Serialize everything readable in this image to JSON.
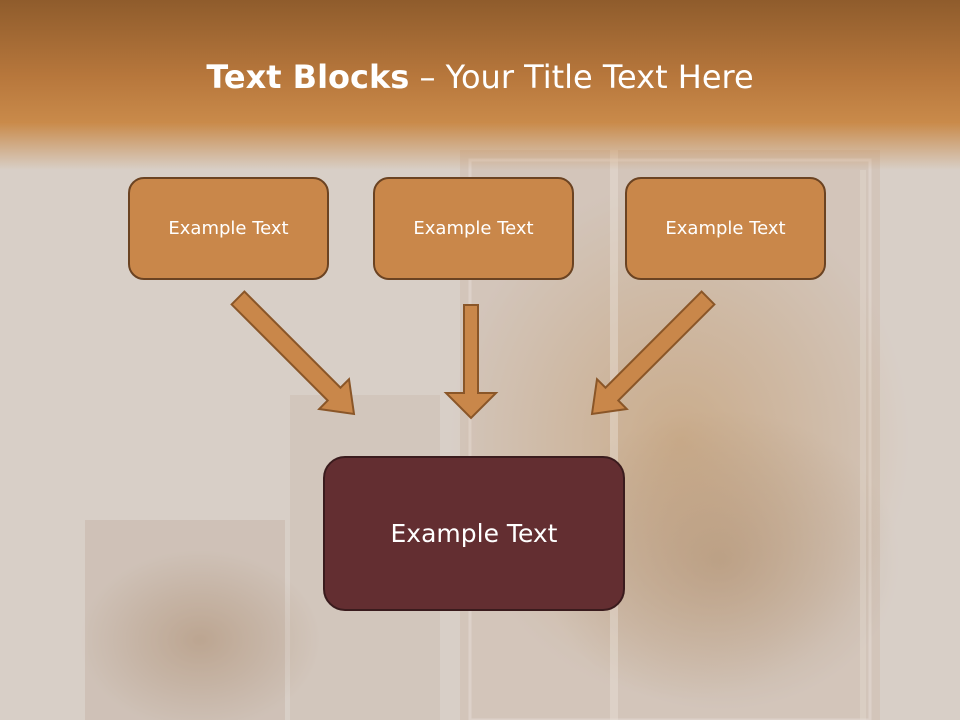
{
  "slide": {
    "title_bold": "Text Blocks",
    "title_sep": " – ",
    "title_rest": "Your Title Text Here"
  },
  "blocks": {
    "left": "Example Text",
    "center": "Example Text",
    "right": "Example Text",
    "bottom": "Example Text"
  },
  "colors": {
    "top_block_fill": "#c9874a",
    "top_block_border": "#6b4322",
    "bottom_block_fill": "#632e31",
    "arrow_fill": "#c9874a",
    "arrow_stroke": "#8a5628",
    "title_band": "#b7773c"
  }
}
